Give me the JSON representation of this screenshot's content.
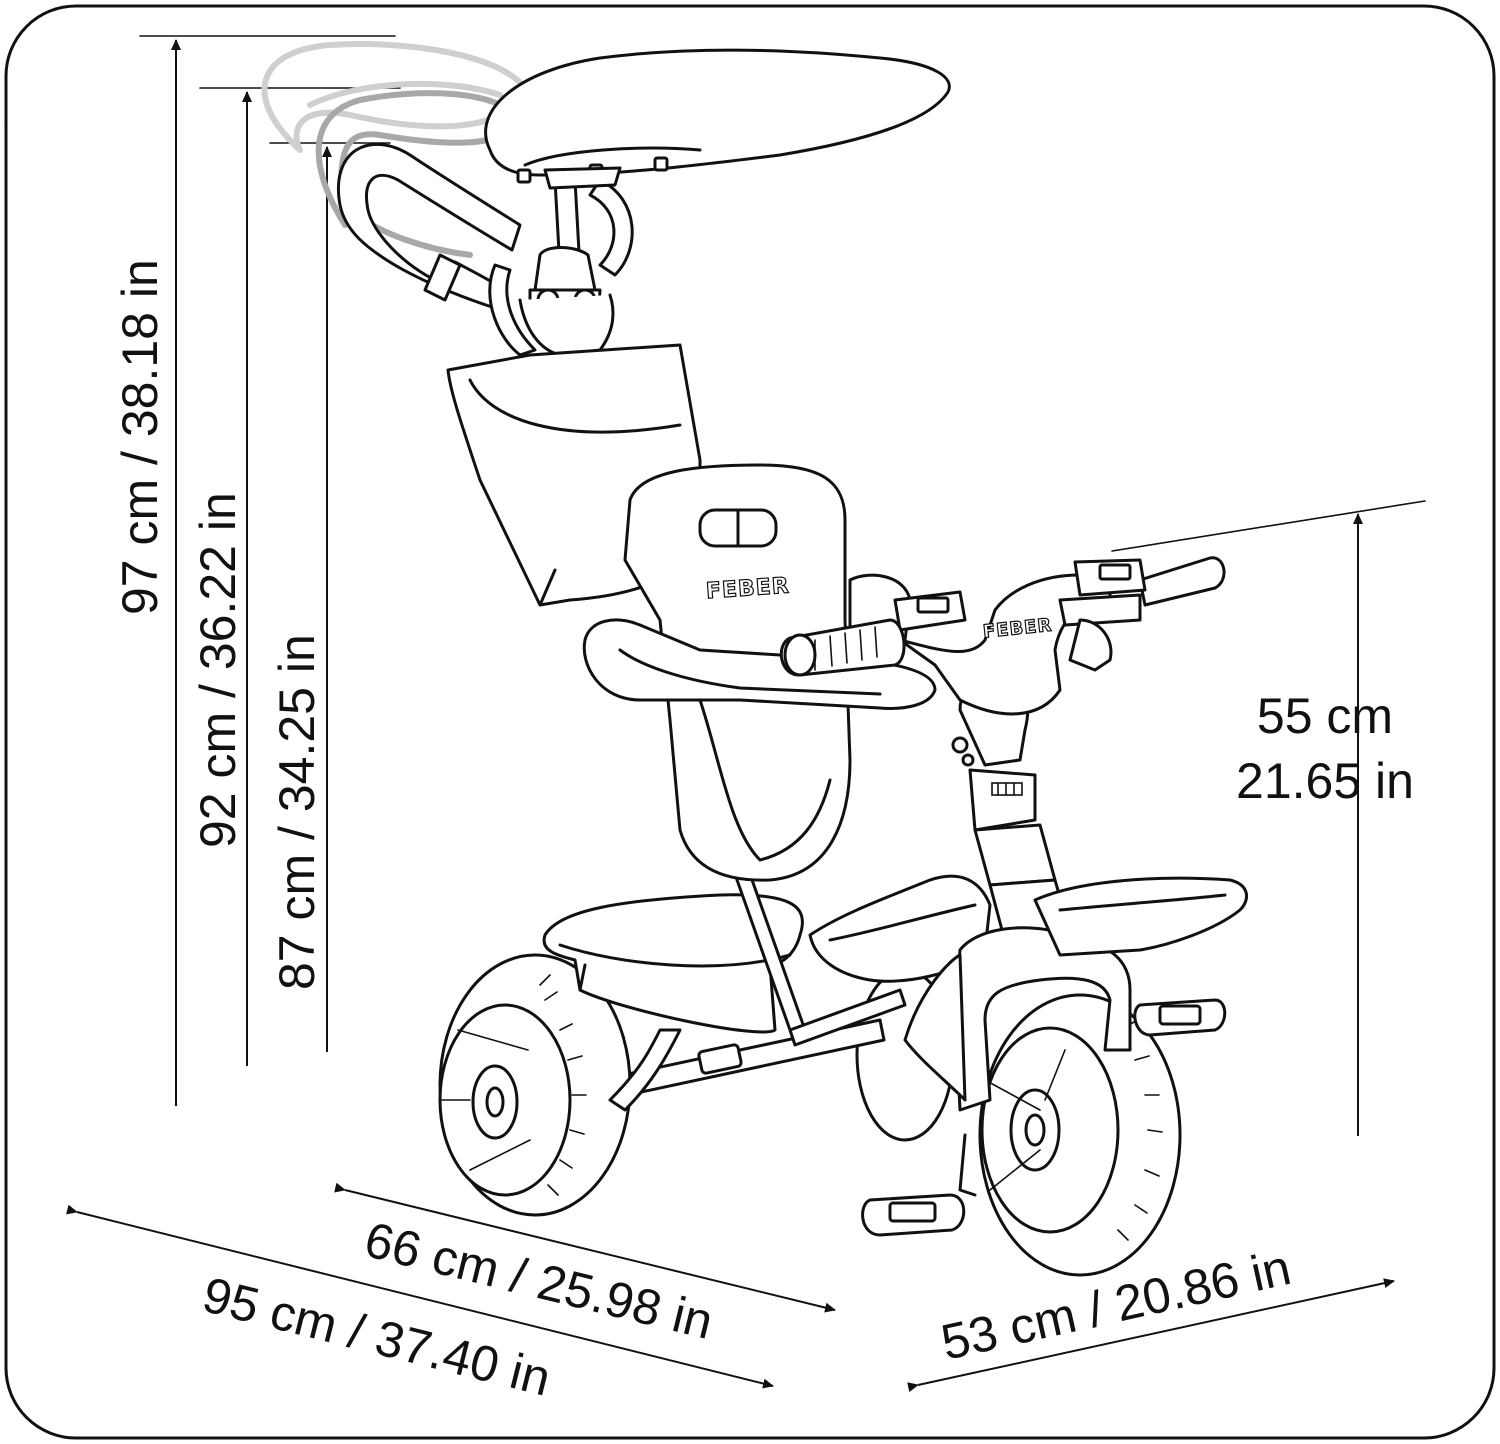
{
  "diagram": {
    "frame_color": "#111111",
    "background_color": "#ffffff",
    "brand_seat": "FEBER",
    "brand_handlebar": "FEBER",
    "dimensions": [
      {
        "id": "height-canopy-top",
        "label": "97 cm / 38.18 in"
      },
      {
        "id": "height-canopy-mid",
        "label": "92 cm / 36.22 in"
      },
      {
        "id": "height-canopy-low",
        "label": "87 cm / 34.25 in"
      },
      {
        "id": "handlebar-height-cm",
        "label": "55 cm"
      },
      {
        "id": "handlebar-height-in",
        "label": "21.65 in"
      },
      {
        "id": "wheelbase",
        "label": "66 cm / 25.98 in"
      },
      {
        "id": "total-length",
        "label": "95 cm / 37.40 in"
      },
      {
        "id": "width",
        "label": "53 cm / 20.86 in"
      }
    ]
  }
}
